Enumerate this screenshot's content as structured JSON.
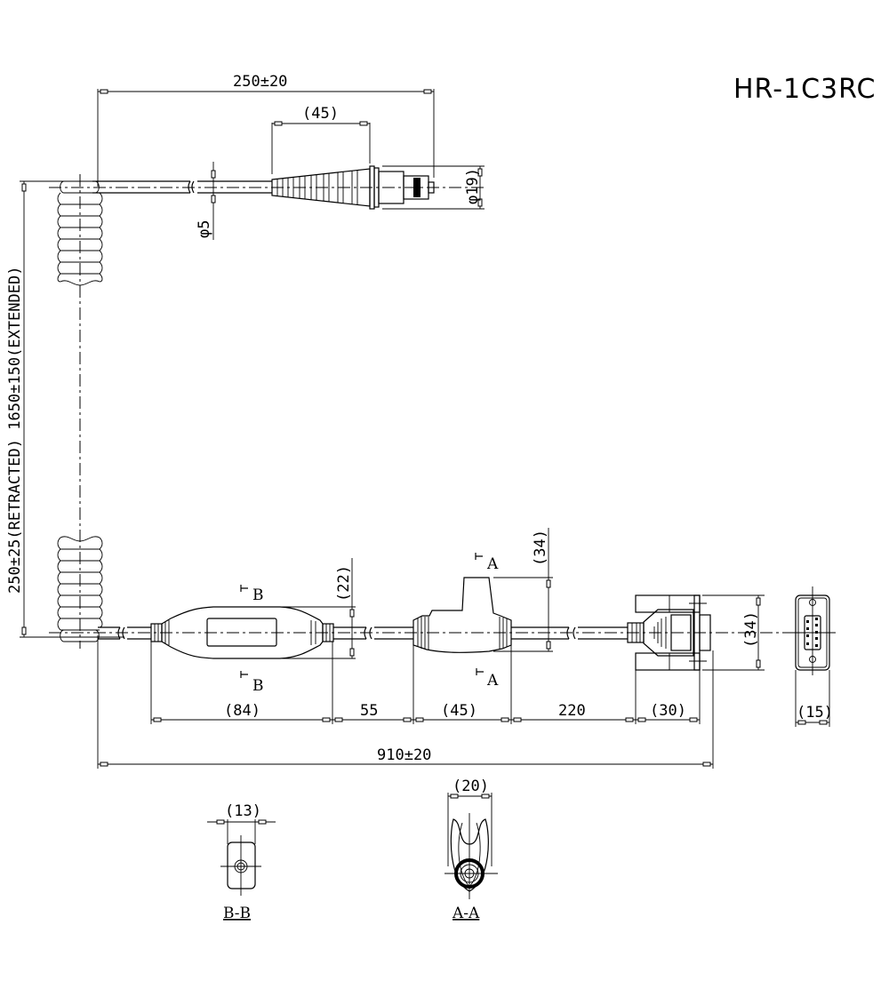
{
  "title": "HR-1C3RC",
  "dimensions": {
    "top_cable_length": "250±20",
    "top_boot_length": "(45)",
    "top_cable_diameter": "φ5",
    "top_connector_diameter": "φ19)",
    "coil_length": "250±25(RETRACTED) 1650±150(EXTENDED)",
    "inline_box_height": "(22)",
    "mid_module_height": "(34)",
    "db9_height": "(34)",
    "db9_width": "(15)",
    "seg_1": "(84)",
    "seg_2": "55",
    "seg_3": "(45)",
    "seg_4": "220",
    "seg_5": "(30)",
    "total_length": "910±20",
    "section_bb_width": "(13)",
    "section_aa_width": "(20)"
  },
  "section_markers": {
    "b": "B",
    "a": "A"
  },
  "section_views": {
    "bb_label": "B-B",
    "aa_label": "A-A"
  }
}
